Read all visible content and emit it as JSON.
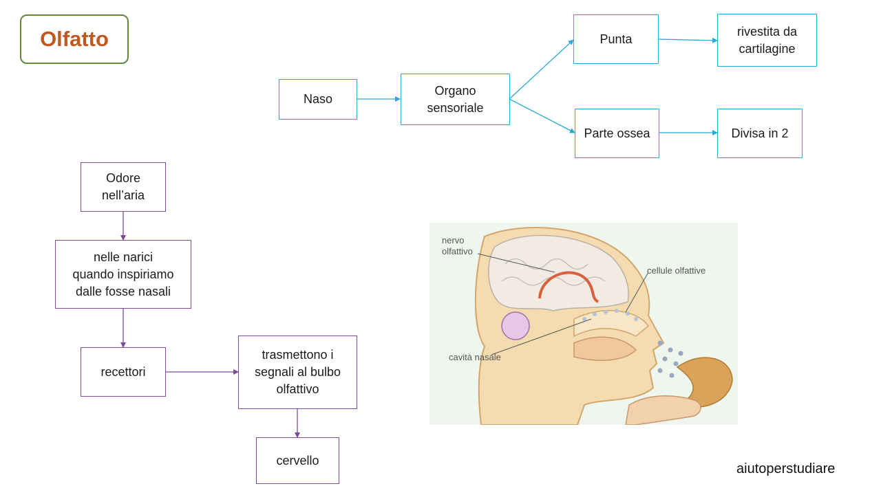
{
  "title": "Olfatto",
  "nose_map": {
    "naso": "Naso",
    "organo": "Organo\nsensoriale",
    "punta": "Punta",
    "parte_ossea": "Parte ossea",
    "rivestita": "rivestita da\ncartilagine",
    "divisa": "Divisa in 2"
  },
  "process_flow": {
    "odore": "Odore\nnell’aria",
    "narici": "nelle narici\nquando inspiriamo\ndalle fosse nasali",
    "recettori": "recettori",
    "trasmettono": "trasmettono i\nsegnali al bulbo\nolfattivo",
    "cervello": "cervello"
  },
  "illustration": {
    "label_nervo": "nervo\nolfattivo",
    "label_cellule": "cellule olfattive",
    "label_cavita": "cavità nasale"
  },
  "watermark": "aiutoperstudiare",
  "colors": {
    "title_text": "#c0591f",
    "title_border": "#5f8a3c",
    "blue_accent": "#2aa8d8",
    "purple_accent": "#7a4a96"
  }
}
